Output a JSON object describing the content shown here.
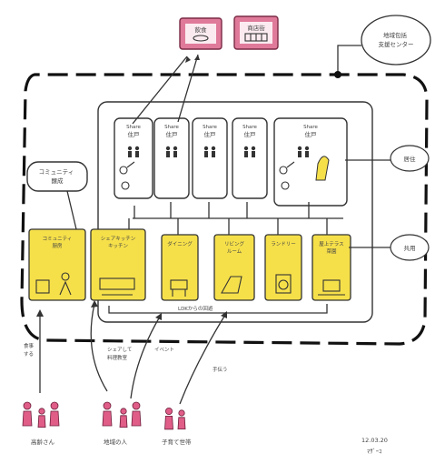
{
  "top_boxes": [
    {
      "id": "top-box-left",
      "label": "飲食"
    },
    {
      "id": "top-box-right",
      "label": "商店街"
    }
  ],
  "regional_support": "地域包括\n支援センター",
  "community_bubble": "コミュニティ\n醸成",
  "side_tags": {
    "upper": "居住",
    "lower": "共用"
  },
  "units": [
    {
      "small": "Share",
      "label": "住戸"
    },
    {
      "small": "Share",
      "label": "住戸"
    },
    {
      "small": "Share",
      "label": "住戸"
    },
    {
      "small": "Share",
      "label": "住戸"
    },
    {
      "small": "Share",
      "label": "住戸"
    }
  ],
  "facilities": [
    {
      "label": "コミュニティ\n厨房"
    },
    {
      "label": "シェアキッチン\nキッチン"
    },
    {
      "label": "ダイニング"
    },
    {
      "label": "リビング\nルーム"
    },
    {
      "label": "ランドリー"
    },
    {
      "label": "屋上テラス\n菜園"
    }
  ],
  "corridor_label": "LDKからの回遊",
  "arrow_labels": [
    {
      "text": "食事\nする"
    },
    {
      "text": "シェアして\n料理教室"
    },
    {
      "text": "イベント"
    },
    {
      "text": "手伝う"
    }
  ],
  "people_groups": [
    {
      "label": "高齢さん"
    },
    {
      "label": "地域の人"
    },
    {
      "label": "子育て世帯"
    }
  ],
  "signature": {
    "date": "12.03.20",
    "author": "ﾏｻﾞｰｺ"
  }
}
